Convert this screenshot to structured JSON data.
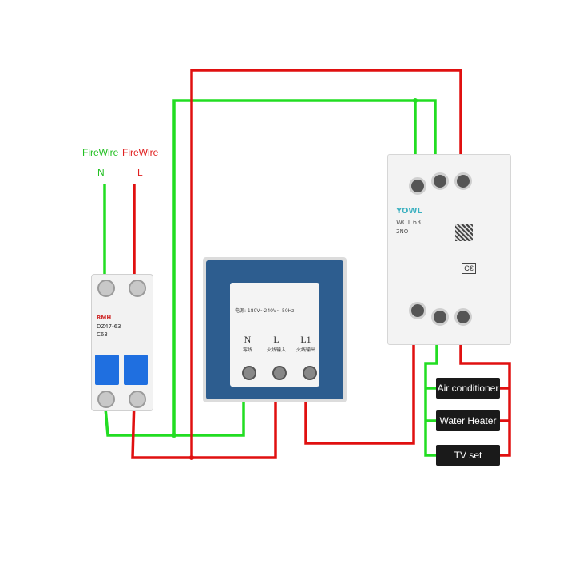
{
  "feed": {
    "n_title": "FireWire",
    "l_title": "FireWire",
    "n_letter": "N",
    "l_letter": "L"
  },
  "breaker": {
    "brand": "RMH",
    "model": "DZ47-63",
    "rating": "C63"
  },
  "controller": {
    "spec": "电源: 180V~240V~ 50Hz",
    "terminals": [
      {
        "letter": "N",
        "label": "零线"
      },
      {
        "letter": "L",
        "label": "火线输入"
      },
      {
        "letter": "L1",
        "label": "火线输出"
      }
    ]
  },
  "contactor": {
    "brand": "YOWL",
    "model": "WCT 63",
    "contacts": "2NO"
  },
  "loads": [
    {
      "label": "Air conditioner"
    },
    {
      "label": "Water Heater"
    },
    {
      "label": "TV set"
    }
  ],
  "colors": {
    "neutral_wire": "#22dd22",
    "live_wire": "#e01010",
    "panel_blue": "#2d5d8f",
    "breaker_blue": "#1f6fe0"
  }
}
